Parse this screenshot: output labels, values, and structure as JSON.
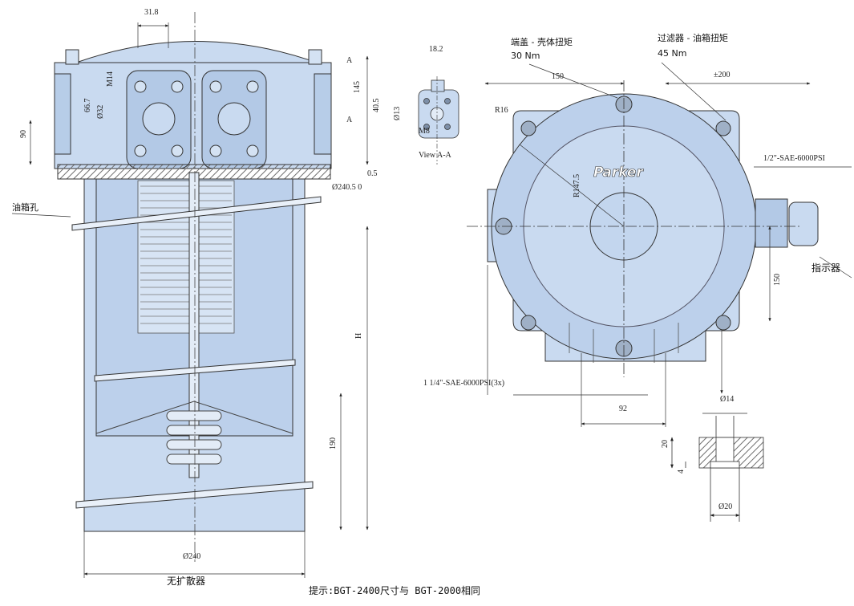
{
  "colors": {
    "body_fill": "#c9daf0",
    "body_dark": "#9fb8d8",
    "line": "#333333",
    "hatch": "#7a7a7a"
  },
  "side_view": {
    "dims": {
      "d31_8": "31.8",
      "m14": "M14",
      "d66_7": "66.7",
      "d32": "Ø32",
      "d90": "90",
      "d145": "145",
      "d40_5_top": "40.5",
      "d0_5": "0.5",
      "d240_5": "Ø240.5 0",
      "h": "H",
      "d190": "190",
      "d240": "Ø240",
      "section_a_top": "A",
      "section_a_bottom": "A"
    },
    "labels": {
      "tank_hole": "油箱孔",
      "no_diffuser": "无扩散器"
    }
  },
  "view_aa": {
    "d18_2": "18.2",
    "d13": "Ø13",
    "m8": "M8",
    "caption": "View A-A"
  },
  "top_view": {
    "torque1_title": "端盖  -  壳体扭矩",
    "torque1_value": "30  Nm",
    "torque2_title": "过滤器  -  油箱扭矩",
    "torque2_value": "45  Nm",
    "d150": "150",
    "d200": "±200",
    "r16": "R16",
    "r147_5": "R147.5",
    "brand": "Parker",
    "port_half": "1/2\"-SAE-6000PSI",
    "port_quarter": "1 1/4\"-SAE-6000PSI(3x)",
    "indicator": "指示器",
    "d150_side": "150",
    "d92": "92",
    "d14": "Ø14",
    "d20_v": "20",
    "d4": "4",
    "d20": "Ø20"
  },
  "footer_note": "提示:BGT-2400尺寸与 BGT-2000相同"
}
